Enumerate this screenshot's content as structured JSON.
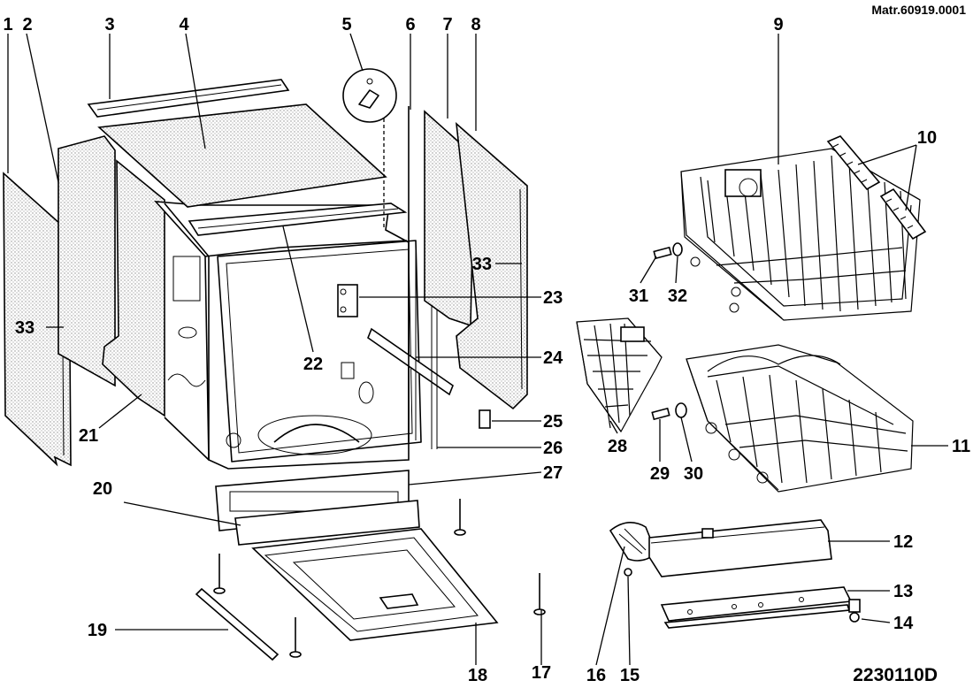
{
  "document_code": "Matr.60919.0001",
  "drawing_number": "2230110D",
  "callouts": [
    "1",
    "2",
    "3",
    "4",
    "5",
    "6",
    "7",
    "8",
    "9",
    "10",
    "11",
    "12",
    "13",
    "14",
    "15",
    "16",
    "17",
    "18",
    "19",
    "20",
    "21",
    "22",
    "23",
    "24",
    "25",
    "26",
    "27",
    "28",
    "29",
    "30",
    "31",
    "32",
    "33",
    "33"
  ],
  "colors": {
    "ink": "#000000",
    "paper": "#ffffff",
    "panel_stipple": "#9a9a9a"
  }
}
